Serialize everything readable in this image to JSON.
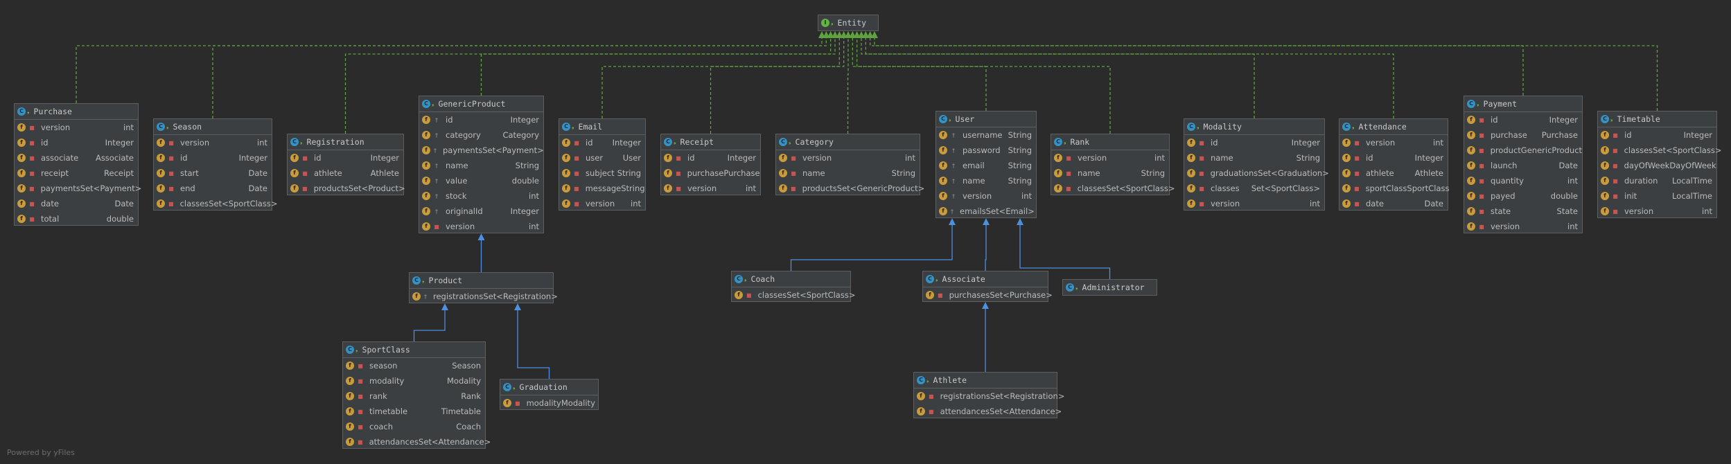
{
  "root": {
    "name": "Entity",
    "badge": "I"
  },
  "classes": [
    {
      "id": "Purchase",
      "fields": [
        [
          "version",
          "int",
          "priv"
        ],
        [
          "id",
          "Integer",
          "priv"
        ],
        [
          "associate",
          "Associate",
          "priv"
        ],
        [
          "receipt",
          "Receipt",
          "priv"
        ],
        [
          "payments",
          "Set<Payment>",
          "priv"
        ],
        [
          "date",
          "Date",
          "priv"
        ],
        [
          "total",
          "double",
          "priv"
        ]
      ]
    },
    {
      "id": "Season",
      "fields": [
        [
          "version",
          "int",
          "priv"
        ],
        [
          "id",
          "Integer",
          "priv"
        ],
        [
          "start",
          "Date",
          "priv"
        ],
        [
          "end",
          "Date",
          "priv"
        ],
        [
          "classes",
          "Set<SportClass>",
          "priv"
        ]
      ]
    },
    {
      "id": "Registration",
      "fields": [
        [
          "id",
          "Integer",
          "priv"
        ],
        [
          "athlete",
          "Athlete",
          "priv"
        ],
        [
          "products",
          "Set<Product>",
          "priv"
        ]
      ]
    },
    {
      "id": "GenericProduct",
      "fields": [
        [
          "id",
          "Integer",
          "pkg"
        ],
        [
          "category",
          "Category",
          "pkg"
        ],
        [
          "payments",
          "Set<Payment>",
          "pkg"
        ],
        [
          "name",
          "String",
          "pkg"
        ],
        [
          "value",
          "double",
          "pkg"
        ],
        [
          "stock",
          "int",
          "pkg"
        ],
        [
          "originalId",
          "Integer",
          "pkg"
        ],
        [
          "version",
          "int",
          "priv"
        ]
      ]
    },
    {
      "id": "Email",
      "fields": [
        [
          "id",
          "Integer",
          "priv"
        ],
        [
          "user",
          "User",
          "priv"
        ],
        [
          "subject",
          "String",
          "priv"
        ],
        [
          "message",
          "String",
          "priv"
        ],
        [
          "version",
          "int",
          "priv"
        ]
      ]
    },
    {
      "id": "Receipt",
      "fields": [
        [
          "id",
          "Integer",
          "priv"
        ],
        [
          "purchase",
          "Purchase",
          "priv"
        ],
        [
          "version",
          "int",
          "priv"
        ]
      ]
    },
    {
      "id": "Category",
      "fields": [
        [
          "version",
          "int",
          "priv"
        ],
        [
          "name",
          "String",
          "priv"
        ],
        [
          "products",
          "Set<GenericProduct>",
          "priv"
        ]
      ]
    },
    {
      "id": "User",
      "fields": [
        [
          "username",
          "String",
          "pkg"
        ],
        [
          "password",
          "String",
          "pkg"
        ],
        [
          "email",
          "String",
          "pkg"
        ],
        [
          "name",
          "String",
          "pkg"
        ],
        [
          "version",
          "int",
          "pkg"
        ],
        [
          "emails",
          "Set<Email>",
          "pkg"
        ]
      ]
    },
    {
      "id": "Rank",
      "fields": [
        [
          "version",
          "int",
          "priv"
        ],
        [
          "name",
          "String",
          "priv"
        ],
        [
          "classes",
          "Set<SportClass>",
          "priv"
        ]
      ]
    },
    {
      "id": "Modality",
      "fields": [
        [
          "id",
          "Integer",
          "priv"
        ],
        [
          "name",
          "String",
          "priv"
        ],
        [
          "graduations",
          "Set<Graduation>",
          "priv"
        ],
        [
          "classes",
          "Set<SportClass>",
          "priv"
        ],
        [
          "version",
          "int",
          "priv"
        ]
      ]
    },
    {
      "id": "Attendance",
      "fields": [
        [
          "version",
          "int",
          "priv"
        ],
        [
          "id",
          "Integer",
          "priv"
        ],
        [
          "athlete",
          "Athlete",
          "priv"
        ],
        [
          "sportClass",
          "SportClass",
          "priv"
        ],
        [
          "date",
          "Date",
          "priv"
        ]
      ]
    },
    {
      "id": "Payment",
      "fields": [
        [
          "id",
          "Integer",
          "priv"
        ],
        [
          "purchase",
          "Purchase",
          "priv"
        ],
        [
          "product",
          "GenericProduct",
          "priv"
        ],
        [
          "launch",
          "Date",
          "priv"
        ],
        [
          "quantity",
          "int",
          "priv"
        ],
        [
          "payed",
          "double",
          "priv"
        ],
        [
          "state",
          "State",
          "priv"
        ],
        [
          "version",
          "int",
          "priv"
        ]
      ]
    },
    {
      "id": "Timetable",
      "fields": [
        [
          "id",
          "Integer",
          "priv"
        ],
        [
          "classes",
          "Set<SportClass>",
          "priv"
        ],
        [
          "dayOfWeek",
          "DayOfWeek",
          "priv"
        ],
        [
          "duration",
          "LocalTime",
          "priv"
        ],
        [
          "init",
          "LocalTime",
          "priv"
        ],
        [
          "version",
          "int",
          "priv"
        ]
      ]
    },
    {
      "id": "Product",
      "fields": [
        [
          "registrations",
          "Set<Registration>",
          "pkg"
        ]
      ]
    },
    {
      "id": "SportClass",
      "fields": [
        [
          "season",
          "Season",
          "priv"
        ],
        [
          "modality",
          "Modality",
          "priv"
        ],
        [
          "rank",
          "Rank",
          "priv"
        ],
        [
          "timetable",
          "Timetable",
          "priv"
        ],
        [
          "coach",
          "Coach",
          "priv"
        ],
        [
          "attendances",
          "Set<Attendance>",
          "priv"
        ]
      ]
    },
    {
      "id": "Graduation",
      "fields": [
        [
          "modality",
          "Modality",
          "priv"
        ]
      ]
    },
    {
      "id": "Coach",
      "fields": [
        [
          "classes",
          "Set<SportClass>",
          "priv"
        ]
      ]
    },
    {
      "id": "Associate",
      "fields": [
        [
          "purchases",
          "Set<Purchase>",
          "priv"
        ]
      ]
    },
    {
      "id": "Administrator",
      "fields": []
    },
    {
      "id": "Athlete",
      "fields": [
        [
          "registrations",
          "Set<Registration>",
          "priv"
        ],
        [
          "attendances",
          "Set<Attendance>",
          "priv"
        ]
      ]
    }
  ],
  "realizations": [
    "Purchase",
    "Season",
    "Registration",
    "GenericProduct",
    "Email",
    "Receipt",
    "Category",
    "User",
    "Rank",
    "Modality",
    "Attendance",
    "Payment",
    "Timetable"
  ],
  "extends": [
    [
      "Product",
      "GenericProduct"
    ],
    [
      "SportClass",
      "Product"
    ],
    [
      "Graduation",
      "Product"
    ],
    [
      "Coach",
      "User"
    ],
    [
      "Associate",
      "User"
    ],
    [
      "Administrator",
      "User"
    ],
    [
      "Athlete",
      "Associate"
    ]
  ],
  "colors": {
    "realization": "#5fa340",
    "extends": "#4d8fe0"
  },
  "footer": "Powered by yFiles"
}
